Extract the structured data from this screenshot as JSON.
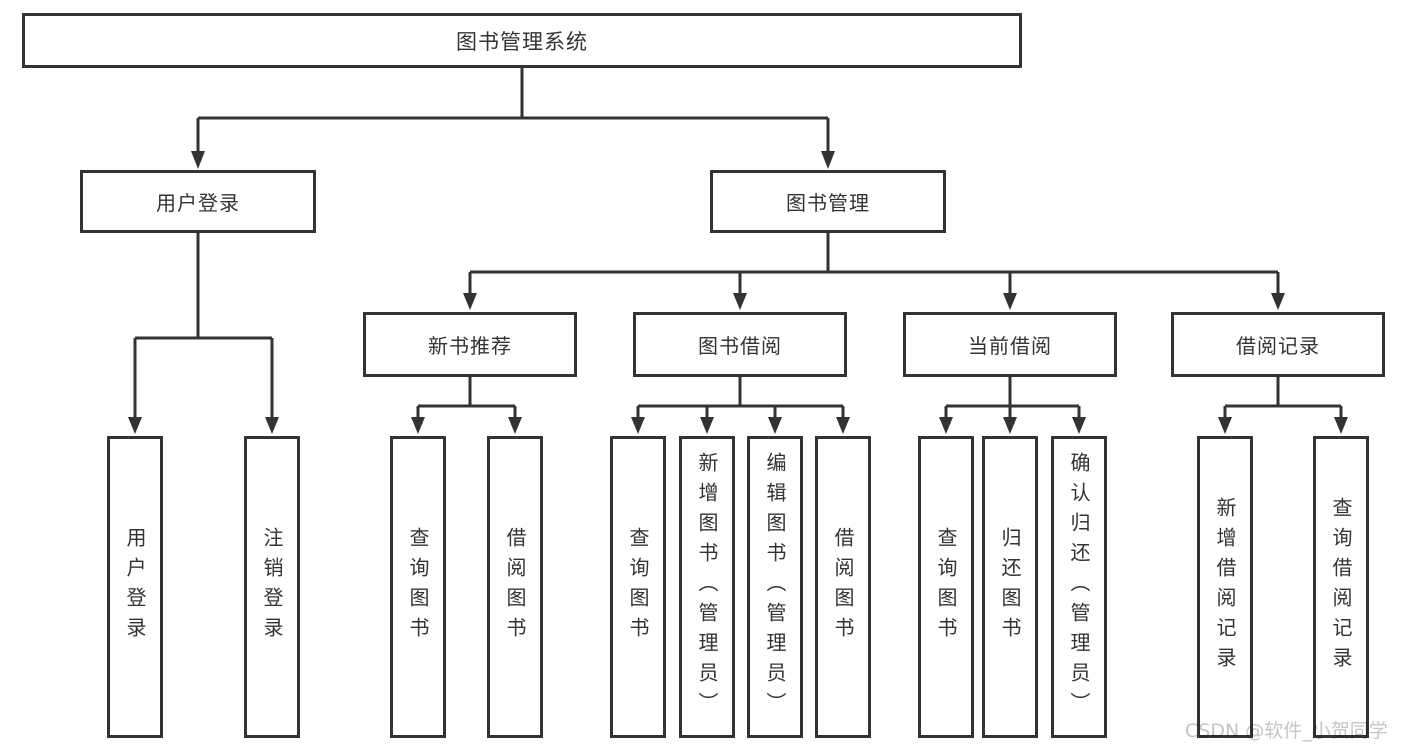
{
  "diagram_type": "hierarchy-tree",
  "colors": {
    "line": "#333333",
    "box_border": "#333333",
    "text": "#333333",
    "background": "#ffffff",
    "watermark": "#c5c5c5"
  },
  "tree": {
    "root": {
      "label": "图书管理系统",
      "children": [
        {
          "label": "用户登录",
          "children": [
            {
              "label": "用户登录"
            },
            {
              "label": "注销登录"
            }
          ]
        },
        {
          "label": "图书管理",
          "children": [
            {
              "label": "新书推荐",
              "children": [
                {
                  "label": "查询图书"
                },
                {
                  "label": "借阅图书"
                }
              ]
            },
            {
              "label": "图书借阅",
              "children": [
                {
                  "label": "查询图书"
                },
                {
                  "label": "新增图书（管理员）"
                },
                {
                  "label": "编辑图书（管理员）"
                },
                {
                  "label": "借阅图书"
                }
              ]
            },
            {
              "label": "当前借阅",
              "children": [
                {
                  "label": "查询图书"
                },
                {
                  "label": "归还图书"
                },
                {
                  "label": "确认归还（管理员）"
                }
              ]
            },
            {
              "label": "借阅记录",
              "children": [
                {
                  "label": "新增借阅记录"
                },
                {
                  "label": "查询借阅记录"
                }
              ]
            }
          ]
        }
      ]
    }
  },
  "watermark": {
    "text": "CSDN @软件_小贺同学"
  }
}
